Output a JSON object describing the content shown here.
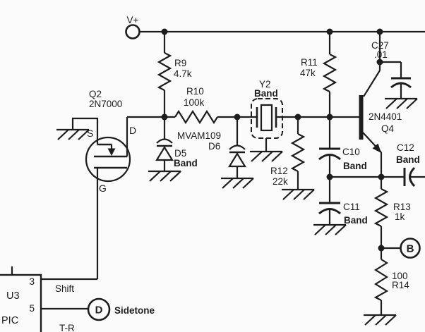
{
  "power": {
    "label": "V+"
  },
  "components": {
    "q2": {
      "ref": "Q2",
      "part": "2N7000",
      "pin_s": "S",
      "pin_d": "D",
      "pin_g": "G"
    },
    "q4": {
      "ref": "Q4",
      "part": "2N4401"
    },
    "r9": {
      "ref": "R9",
      "value": "4.7k"
    },
    "r10": {
      "ref": "R10",
      "value": "100k"
    },
    "r11": {
      "ref": "R11",
      "value": "47k"
    },
    "r12": {
      "ref": "R12",
      "value": "22k"
    },
    "r13": {
      "ref": "R13",
      "value": "1k"
    },
    "r14": {
      "ref": "R14",
      "value": "100"
    },
    "d5": {
      "ref": "D5",
      "band": "Band"
    },
    "d6": {
      "ref": "D6",
      "part": "MVAM109"
    },
    "y2": {
      "ref": "Y2",
      "band": "Band"
    },
    "c10": {
      "ref": "C10",
      "band": "Band"
    },
    "c11": {
      "ref": "C11",
      "band": "Band"
    },
    "c12": {
      "ref": "C12",
      "band": "Band"
    },
    "c27": {
      "ref": "C27",
      "value": ".01"
    },
    "u3": {
      "ref": "U3",
      "part": "PIC",
      "pin3": "3",
      "pin5": "5"
    }
  },
  "nets": {
    "shift": "Shift",
    "sidetone": "Sidetone",
    "t_r": "T-R"
  },
  "terminals": {
    "b": "B",
    "d": "D"
  },
  "colors": {
    "band_label": "#2428c8",
    "wire": "#1d1d1d",
    "background": "#fbfbfb"
  }
}
